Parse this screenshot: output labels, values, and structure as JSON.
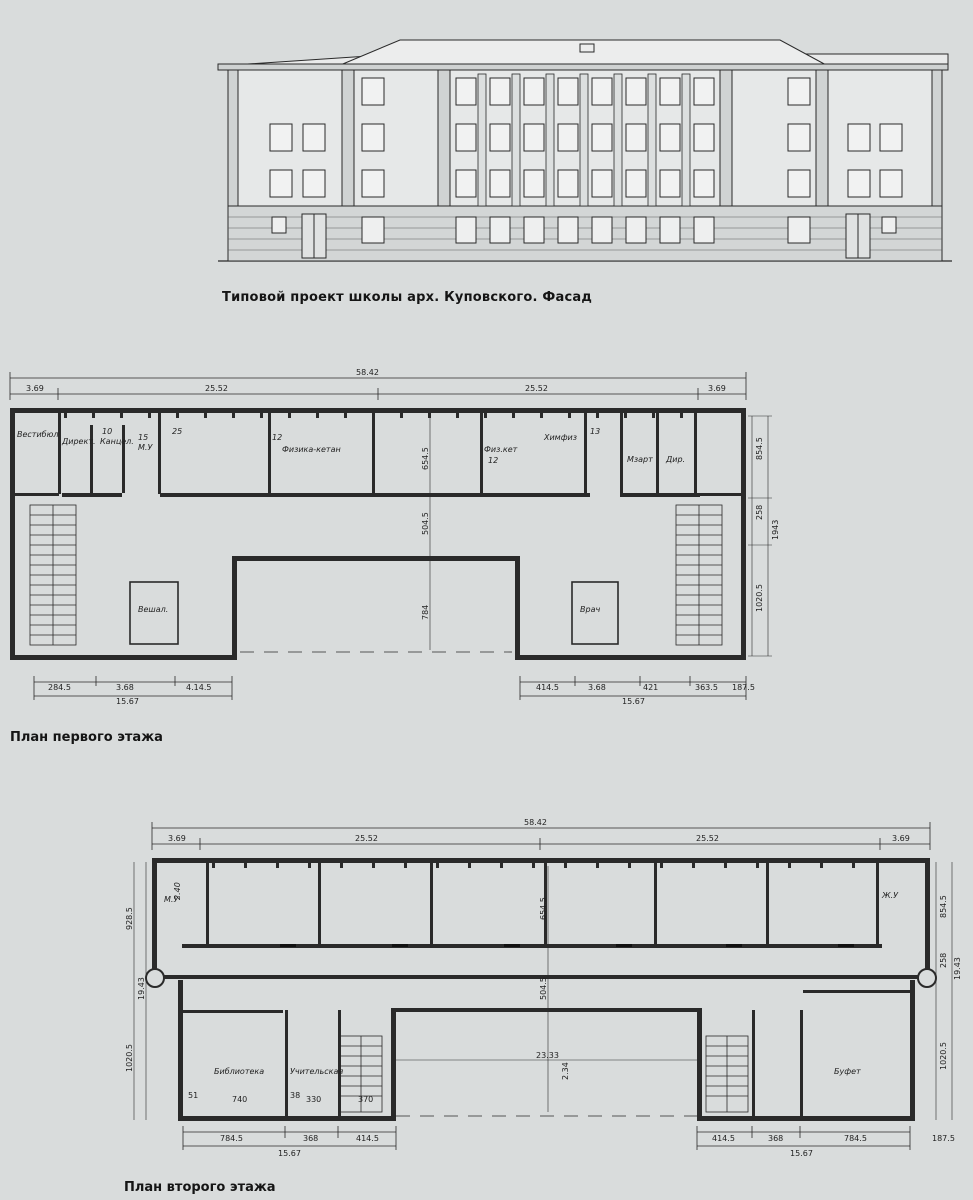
{
  "captions": {
    "facade": "Типовой проект школы арх. Куповского. Фасад",
    "plan_first": "План первого этажа",
    "plan_second": "План второго этажа"
  },
  "first_floor": {
    "dims_top": [
      "58.42",
      "3.69",
      "25.52",
      "25.52",
      "3.69"
    ],
    "dims_right": [
      "854.5",
      "258",
      "1943",
      "1020.5"
    ],
    "dims_inner": [
      "654.5",
      "504.5",
      "784"
    ],
    "dims_bottom_left": [
      "284.5",
      "3.68",
      "4.14.5",
      "15.67"
    ],
    "dims_bottom_right": [
      "414.5",
      "3.68",
      "421",
      "363.5",
      "187.5",
      "15.67"
    ],
    "rooms": {
      "vestibule": "Вестибюл",
      "director": "Директ.",
      "office": "Канцел.",
      "wc": "М.У",
      "biology": "Физика-кетан",
      "physics": "Физ.кет",
      "chemistry": "Химфиз",
      "store": "Мзарт",
      "physician_room": "Дир.",
      "cloakroom": "Вешал.",
      "doctor": "Врач"
    },
    "room_numbers": [
      "10",
      "15",
      "25",
      "12",
      "12",
      "13"
    ]
  },
  "second_floor": {
    "dims_top": [
      "58.42",
      "3.69",
      "25.52",
      "25.52",
      "3.69"
    ],
    "dims_left": [
      "928.5",
      "19.43",
      "1020.5"
    ],
    "dims_right": [
      "854.5",
      "258",
      "19.43",
      "1020.5"
    ],
    "dims_inner": [
      "654.5",
      "504.5",
      "23.33",
      "2.34"
    ],
    "dims_rooms": [
      "51",
      "740",
      "38",
      "330",
      "370"
    ],
    "dims_bottom_left": [
      "784.5",
      "368",
      "414.5",
      "15.67"
    ],
    "dims_bottom_right": [
      "414.5",
      "368",
      "784.5",
      "15.67",
      "187.5"
    ],
    "rooms": {
      "library": "Библиотека",
      "teachers": "Учительская",
      "buffet": "Буфет",
      "wc_left": "М.У",
      "wc_right": "Ж.У"
    },
    "small_labels": [
      "2.40"
    ]
  }
}
